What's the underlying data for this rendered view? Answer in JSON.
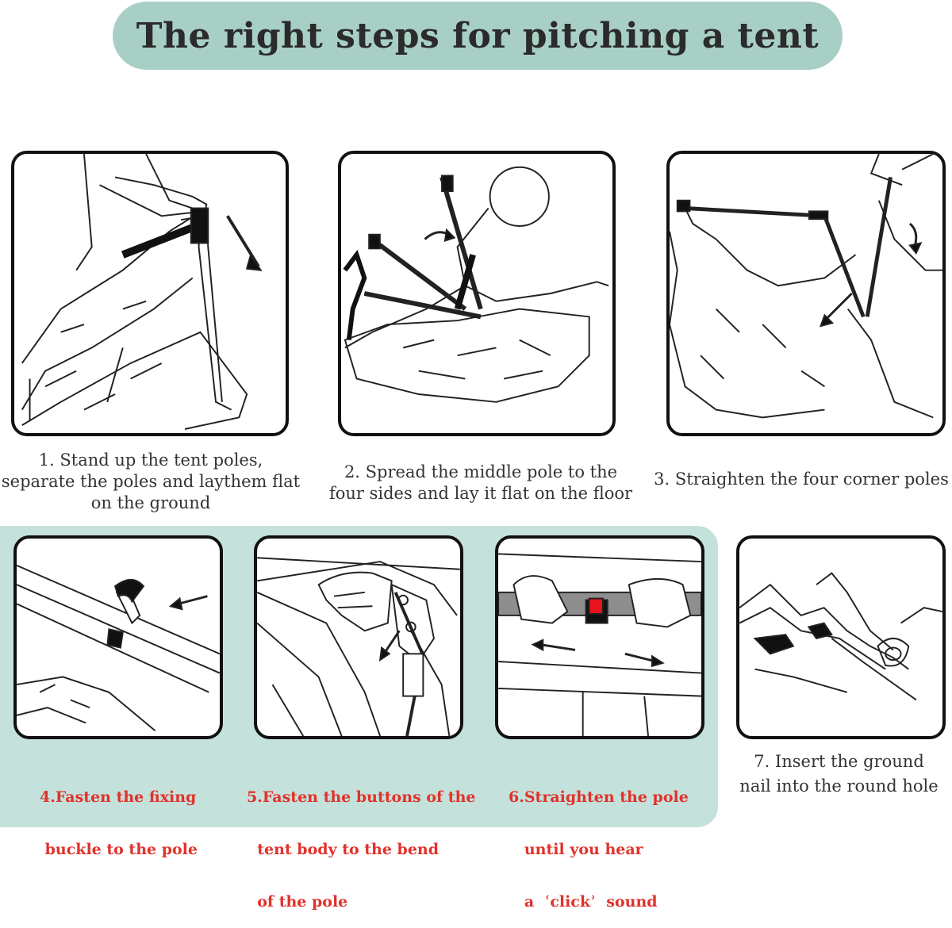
{
  "title": "The right steps for pitching a tent",
  "steps": [
    {
      "text": "1. Stand up the tent poles,\nseparate the poles and laythem flat\non the ground"
    },
    {
      "text": "2. Spread the middle pole to the\nfour sides and lay it flat on the floor"
    },
    {
      "text": "3. Straighten the four corner poles"
    },
    {
      "line1": "4.Fasten the fixing",
      "line2": " buckle to the pole"
    },
    {
      "line1": "5.Fasten the buttons of the",
      "line2": "  tent body to the bend",
      "line3": "  of the pole"
    },
    {
      "line1": "6.Straighten the pole",
      "line2": "   until you hear",
      "line3": "   a  ʿclickʾ  sound"
    },
    {
      "line1": "7. Insert the ground",
      "line2": "nail into the round hole"
    }
  ],
  "colors": {
    "title_bg": "#a8cfc6",
    "band_bg": "#c5e1db",
    "red_caption": "#e0322b",
    "clip_red": "#e8141c"
  }
}
